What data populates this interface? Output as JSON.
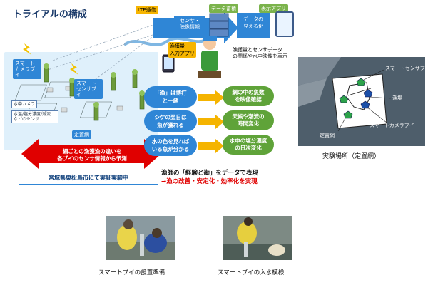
{
  "title": "トライアルの構成",
  "top_flow": {
    "lte_label": "LTE通信",
    "sensor_video": "センサ・\n映像情報",
    "data_store": "データ蓄積",
    "display_app": "表示アプリ",
    "visualize": "データの\n見える化",
    "catch_app": "漁獲量\n入力アプリ",
    "relation": "漁獲量とセンサデータ\nの関係や水中映像を表示"
  },
  "sea_labels": {
    "smart_camera_buoy": "スマート\nカメラブイ",
    "smart_sensor_buoy": "スマート\nセンサブイ",
    "underwater_camera": "水中カメラ",
    "water_sensors": "水温/塩分濃度/潮流\nなどのセンサ",
    "fixed_net": "定置網"
  },
  "red_arrow_text": "網ごとの漁獲漁の違いを\n各ブイのセンサ情報から予測",
  "demo_text": "宮城県東松島市にて実証実験中",
  "experience_rows": [
    {
      "left": "「漁」は博打\nと一緒",
      "right": "網の中の魚数\nを映像確認"
    },
    {
      "left": "シケの翌日は\n魚が獲れる",
      "right": "天候や潮流の\n時間変化"
    },
    {
      "left": "水の色を見れば\nいる魚が分かる",
      "right": "水中の塩分濃度\nの日次変化"
    }
  ],
  "summary_line1": "漁師の「経験と勘」をデータで表現",
  "summary_line2": "→漁の改善・安定化・効率化を実現",
  "map": {
    "label_sensor": "スマートセンサブイ",
    "label_fishing": "漁場",
    "label_camera": "スマートカメラブイ",
    "label_net": "定置網",
    "caption": "実験場所（定置網）"
  },
  "captions": {
    "photo1": "スマートブイの設置準備",
    "photo2": "スマートブイの入水模様"
  },
  "colors": {
    "blue": "#2f86d6",
    "green": "#5fa339",
    "red": "#e00000",
    "yellow": "#f7b500"
  }
}
